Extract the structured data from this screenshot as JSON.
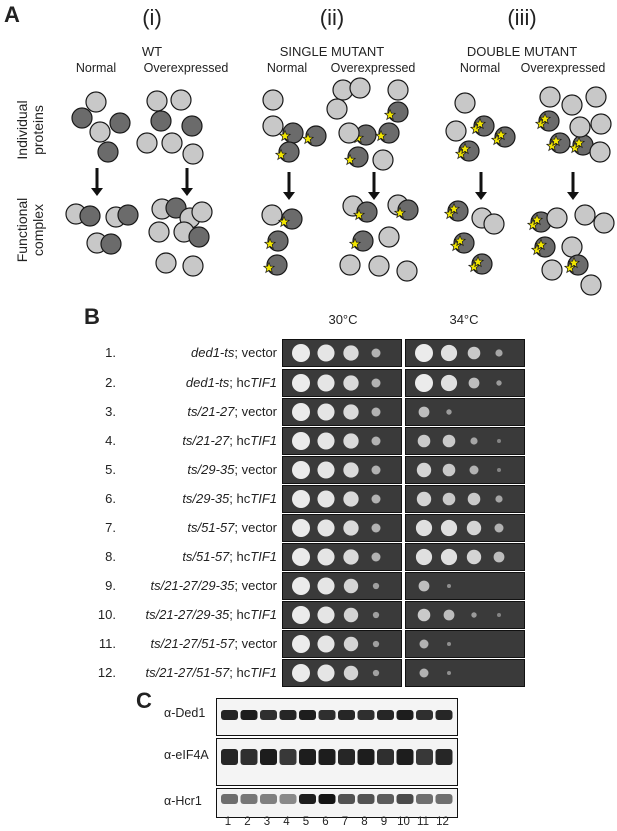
{
  "panelA": {
    "letter": "A",
    "groups": [
      {
        "roman": "(i)",
        "header": "WT",
        "conditions": [
          "Normal",
          "Overexpressed"
        ]
      },
      {
        "roman": "(ii)",
        "header": "SINGLE MUTANT",
        "conditions": [
          "Normal",
          "Overexpressed"
        ]
      },
      {
        "roman": "(iii)",
        "header": "DOUBLE MUTANT",
        "conditions": [
          "Normal",
          "Overexpressed"
        ]
      }
    ],
    "row_labels": {
      "top": [
        "Individual",
        "proteins"
      ],
      "bottom": [
        "Functional",
        "complex"
      ]
    },
    "colors": {
      "light": "#c8c8c8",
      "dark": "#6b6b6b",
      "star": "#f2e600",
      "outline": "#1a1a1a"
    }
  },
  "panelB": {
    "letter": "B",
    "temps": [
      "30°C",
      "34°C"
    ],
    "rows": [
      {
        "num": "1.",
        "strain": "ded1-ts",
        "suffix": "; vector"
      },
      {
        "num": "2.",
        "strain": "ded1-ts",
        "suffix": "; hc",
        "gene": "TIF1"
      },
      {
        "num": "3.",
        "strain": "ts/21-27",
        "suffix": "; vector"
      },
      {
        "num": "4.",
        "strain": "ts/21-27",
        "suffix": "; hc",
        "gene": "TIF1"
      },
      {
        "num": "5.",
        "strain": "ts/29-35",
        "suffix": "; vector"
      },
      {
        "num": "6.",
        "strain": "ts/29-35",
        "suffix": "; hc",
        "gene": "TIF1"
      },
      {
        "num": "7.",
        "strain": "ts/51-57",
        "suffix": "; vector"
      },
      {
        "num": "8.",
        "strain": "ts/51-57",
        "suffix": "; hc",
        "gene": "TIF1"
      },
      {
        "num": "9.",
        "strain": "ts/21-27/29-35",
        "suffix": "; vector"
      },
      {
        "num": "10.",
        "strain": "ts/21-27/29-35",
        "suffix": "; hc",
        "gene": "TIF1"
      },
      {
        "num": "11.",
        "strain": "ts/21-27/51-57",
        "suffix": "; vector"
      },
      {
        "num": "12.",
        "strain": "ts/21-27/51-57",
        "suffix": "; hc",
        "gene": "TIF1"
      }
    ]
  },
  "panelC": {
    "letter": "C",
    "antibodies": [
      "α-Ded1",
      "α-eIF4A",
      "α-Hcr1"
    ],
    "lanes": [
      "1",
      "2",
      "3",
      "4",
      "5",
      "6",
      "7",
      "8",
      "9",
      "10",
      "11",
      "12"
    ]
  }
}
